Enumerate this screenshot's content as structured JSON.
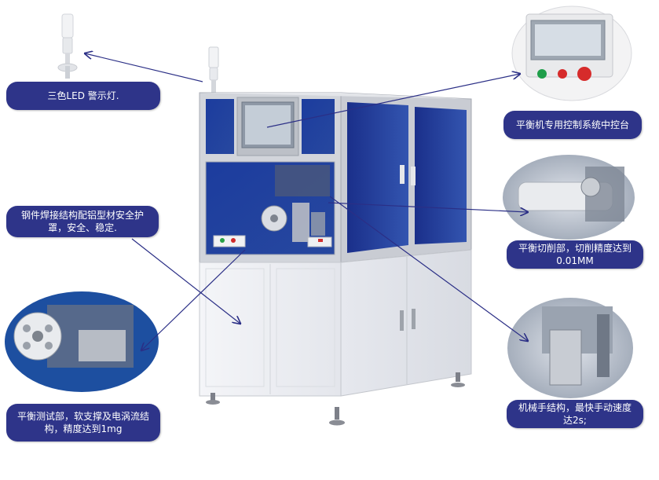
{
  "callouts": {
    "led": "三色LED 警示灯.",
    "control_panel": "平衡机专用控制系统中控台",
    "frame": "钢件焊接结构配铝型材安全护罩，安全、稳定.",
    "cutting": "平衡切削部，切削精度达到0.01MM",
    "test": "平衡测试部，软支撑及电涡流结构，精度达到1mg",
    "manipulator": "机械手结构，最快手动速度达2s;"
  },
  "colors": {
    "callout_bg": "#2e3489",
    "arrow": "#2b2f86",
    "panel_blue": "#1f3a9a",
    "cabinet": "#eef0f4",
    "frame": "#c9ccd3"
  }
}
